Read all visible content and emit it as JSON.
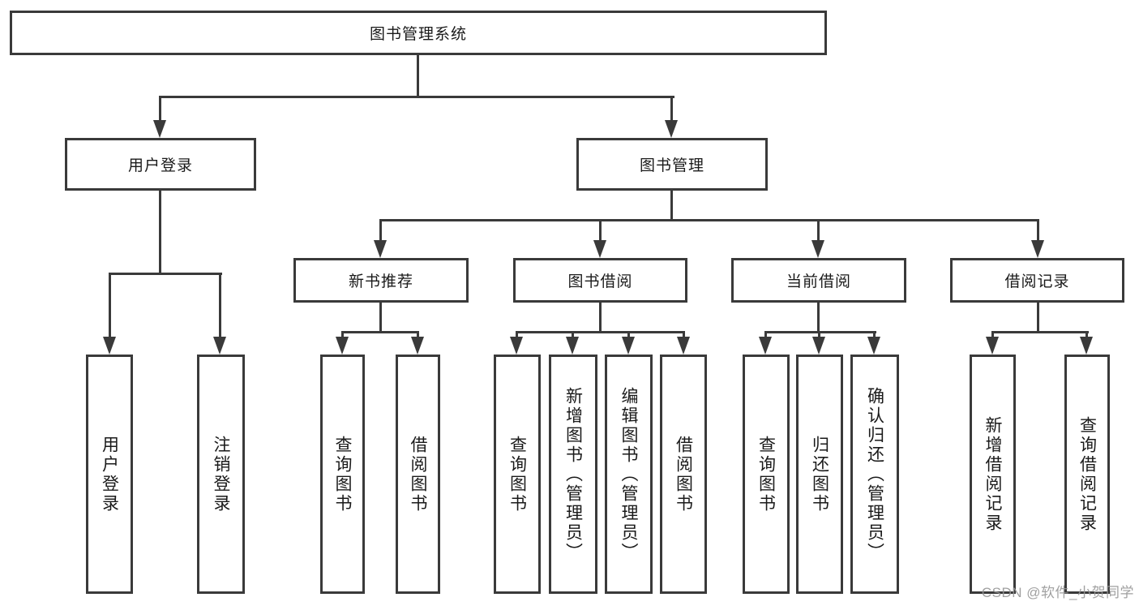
{
  "colors": {
    "background": "#ffffff",
    "line": "#3a3a3a",
    "box_border": "#3a3a3a",
    "text": "#1a1a1a",
    "watermark": "#969696"
  },
  "tree": {
    "root": {
      "label": "图书管理系统"
    },
    "user_login": {
      "label": "用户登录",
      "children": [
        {
          "label": "用户登录"
        },
        {
          "label": "注销登录"
        }
      ]
    },
    "book_mgmt": {
      "label": "图书管理",
      "children": [
        {
          "label": "新书推荐",
          "children": [
            {
              "label": "查询图书"
            },
            {
              "label": "借阅图书"
            }
          ]
        },
        {
          "label": "图书借阅",
          "children": [
            {
              "label": "查询图书"
            },
            {
              "label": "新增图书（管理员）"
            },
            {
              "label": "编辑图书（管理员）"
            },
            {
              "label": "借阅图书"
            }
          ]
        },
        {
          "label": "当前借阅",
          "children": [
            {
              "label": "查询图书"
            },
            {
              "label": "归还图书"
            },
            {
              "label": "确认归还（管理员）"
            }
          ]
        },
        {
          "label": "借阅记录",
          "children": [
            {
              "label": "新增借阅记录"
            },
            {
              "label": "查询借阅记录"
            }
          ]
        }
      ]
    }
  },
  "watermark": {
    "text": "CSDN @软件_小贺同学"
  }
}
